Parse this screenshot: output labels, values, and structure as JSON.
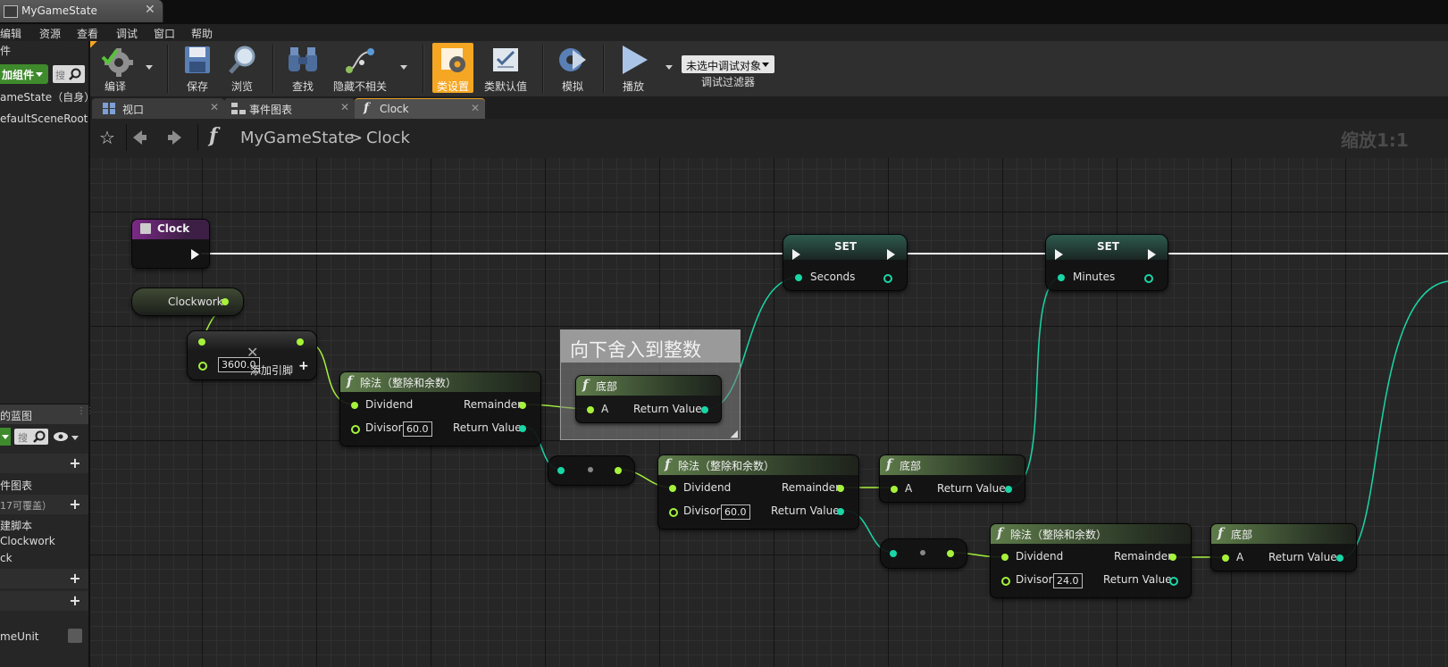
{
  "window": {
    "tab_title": "MyGameState",
    "close": "✕"
  },
  "menu": [
    "编辑",
    "资源",
    "查看",
    "调试",
    "窗口",
    "帮助"
  ],
  "left_panel": {
    "top_fragment": "件",
    "add_component": "加组件",
    "search_placeholder": "搜",
    "self_item": "ameState（自身）",
    "root_item": "efaultSceneRoot",
    "my_blueprint": "的蓝图",
    "event_graph": "件图表",
    "overridable": "17可覆盖）",
    "construction_script": "建脚本",
    "var_clockwork": "Clockwork",
    "func_clock": "ck",
    "var_time_unit": "meUnit"
  },
  "toolbar": {
    "compile": "编译",
    "save": "保存",
    "browse": "浏览",
    "find": "查找",
    "hide_unrelated": "隐藏不相关",
    "class_settings": "类设置",
    "class_defaults": "类默认值",
    "simulate": "模拟",
    "play": "播放",
    "debug_target": "未选中调试对象",
    "debug_filter": "调试过滤器"
  },
  "tabs": [
    {
      "label": "视口"
    },
    {
      "label": "事件图表"
    },
    {
      "label": "Clock"
    }
  ],
  "breadcrumb": {
    "owner": "MyGameState",
    "sep": ">",
    "function": "Clock",
    "zoom": "缩放1:1"
  },
  "graph": {
    "entry_node": "Clock",
    "var_node": "Clockwork",
    "make_array": {
      "value": "3600.0",
      "add_pin": "添加引脚"
    },
    "div1": {
      "title": "除法（整除和余数）",
      "dividend": "Dividend",
      "divisor": "Divisor",
      "divisor_value": "60.0",
      "remainder": "Remainder",
      "return_value": "Return Value"
    },
    "comment": "向下舍入到整数",
    "floor1": {
      "title": "底部",
      "a": "A",
      "return_value": "Return Value"
    },
    "set1": {
      "title": "SET",
      "var": "Seconds"
    },
    "set2": {
      "title": "SET",
      "var": "Minutes"
    },
    "div2": {
      "title": "除法（整除和余数）",
      "dividend": "Dividend",
      "divisor": "Divisor",
      "divisor_value": "60.0",
      "remainder": "Remainder",
      "return_value": "Return Value"
    },
    "floor2": {
      "title": "底部",
      "a": "A",
      "return_value": "Return Value"
    },
    "div3": {
      "title": "除法（整除和余数）",
      "dividend": "Dividend",
      "divisor": "Divisor",
      "divisor_value": "24.0",
      "remainder": "Remainder",
      "return_value": "Return Value"
    },
    "floor3": {
      "title": "底部",
      "a": "A",
      "return_value": "Return Value"
    }
  },
  "colors": {
    "exec_wire": "#f2f2f2",
    "float_pin": "#a6f23b",
    "int_pin": "#19d6a6",
    "accent": "#f5a623"
  }
}
